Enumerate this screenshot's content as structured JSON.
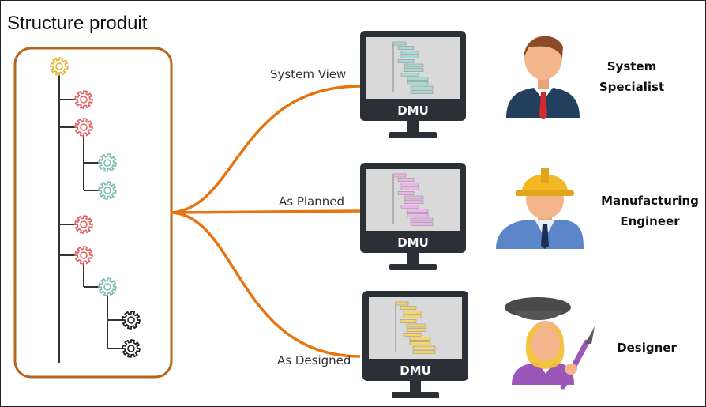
{
  "title": "Structure produit",
  "connections": [
    {
      "label": "System View"
    },
    {
      "label": "As Planned"
    },
    {
      "label": "As Designed"
    }
  ],
  "monitors": [
    {
      "label": "DMU",
      "bar_color": "#a7d9d2"
    },
    {
      "label": "DMU",
      "bar_color": "#ecb6ec"
    },
    {
      "label": "DMU",
      "bar_color": "#f6d46a"
    }
  ],
  "roles": [
    {
      "line1": "System",
      "line2": "Specialist"
    },
    {
      "line1": "Manufacturing",
      "line2": "Engineer"
    },
    {
      "line1": "Designer",
      "line2": ""
    }
  ],
  "colors": {
    "accent_orange": "#e8740e",
    "gear_root": "#e7b536",
    "gear_level1": "#e46666",
    "gear_level2": "#7fbfb6",
    "gear_level3": "#222222"
  }
}
